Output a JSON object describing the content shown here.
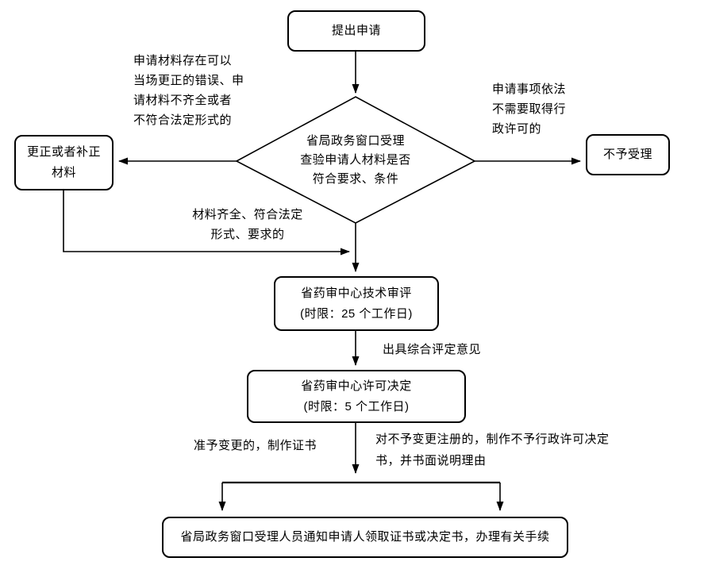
{
  "nodes": {
    "start": {
      "label": "提出申请"
    },
    "decision": {
      "lines": [
        "省局政务窗口受理",
        "查验申请人材料是否",
        "符合要求、条件"
      ]
    },
    "correct": {
      "lines": [
        "更正或者补正",
        "材料"
      ]
    },
    "reject": {
      "label": "不予受理"
    },
    "tech_review": {
      "lines": [
        "省药审中心技术审评",
        "(时限：25 个工作日)"
      ]
    },
    "license_decision": {
      "lines": [
        "省药审中心许可决定",
        "(时限：5 个工作日)"
      ]
    },
    "notify": {
      "label": "省局政务窗口受理人员通知申请人领取证书或决定书，办理有关手续"
    }
  },
  "labels": {
    "correctable_error": {
      "lines": [
        "申请材料存在可以",
        "当场更正的错误、申",
        "请材料不齐全或者",
        "不符合法定形式的"
      ]
    },
    "no_permit_needed": {
      "lines": [
        "申请事项依法",
        "不需要取得行",
        "政许可的"
      ]
    },
    "materials_complete": {
      "lines": [
        "材料齐全、符合法定",
        "形式、要求的"
      ]
    },
    "evaluation_opinion": {
      "label": "出具综合评定意见"
    },
    "approved": {
      "label": "准予变更的，制作证书"
    },
    "denied": {
      "lines": [
        "对不予变更注册的，制作不予行政许可决定",
        "书，并书面说明理由"
      ]
    }
  },
  "colors": {
    "line": "#000000",
    "text": "#000000",
    "background": "#ffffff",
    "node_fill": "#ffffff"
  }
}
